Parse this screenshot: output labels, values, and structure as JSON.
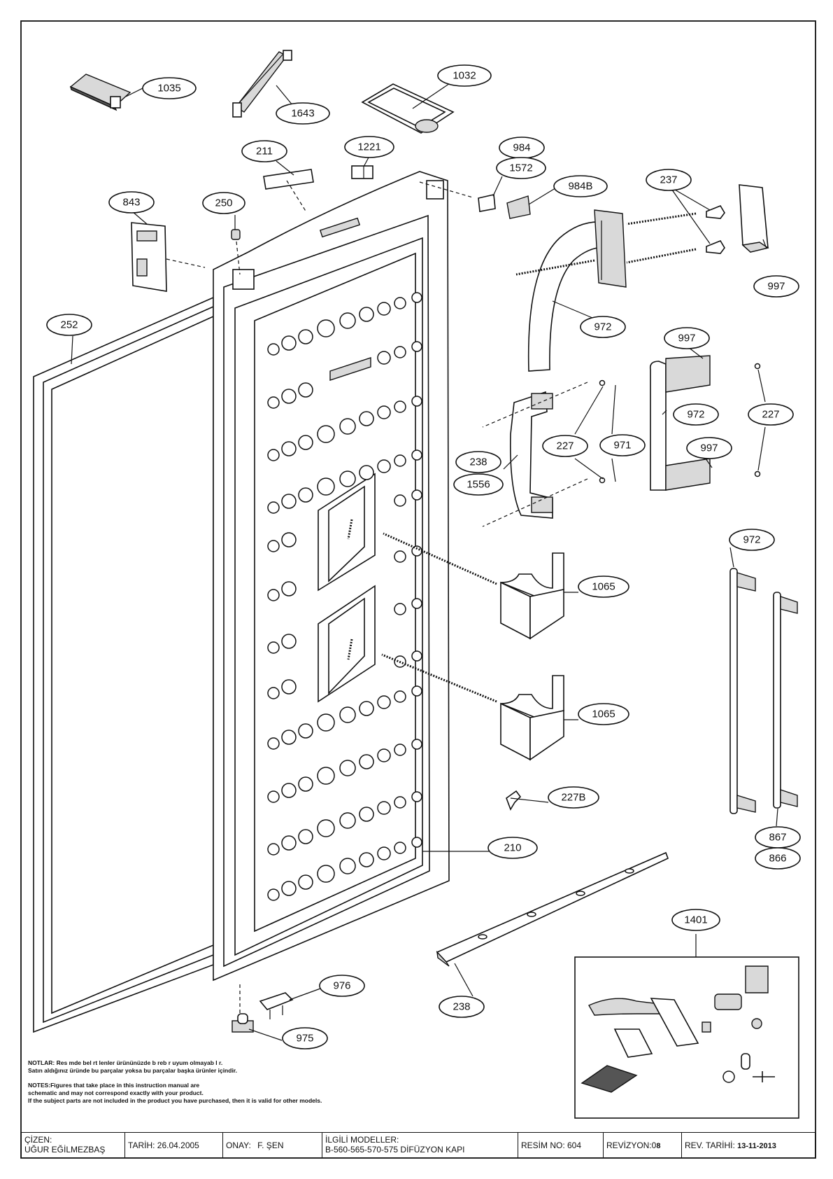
{
  "callouts": {
    "c1035": "1035",
    "c1643": "1643",
    "c1032": "1032",
    "c211": "211",
    "c1221": "1221",
    "c984": "984",
    "c1572": "1572",
    "c984B": "984B",
    "c237": "237",
    "c843": "843",
    "c250": "250",
    "c997a": "997",
    "c252": "252",
    "c972a": "972",
    "c997b": "997",
    "c972b": "972",
    "c227a": "227",
    "c227b": "227",
    "c971": "971",
    "c997c": "997",
    "c238a": "238",
    "c1556": "1556",
    "c972c": "972",
    "c1065a": "1065",
    "c1065b": "1065",
    "c227B": "227B",
    "c210": "210",
    "c867": "867",
    "c866": "866",
    "c1401": "1401",
    "c976": "976",
    "c238b": "238",
    "c975": "975"
  },
  "notes": {
    "tr_line1": "NOTLAR: Res mde bel rt lenler ürününüzde b reb r uyum olmayab l r.",
    "tr_line2": "Satın aldığınız üründe bu parçalar yoksa bu parçalar başka ürünler içindir.",
    "en_line1": "NOTES:Figures that take place in this instruction manual are",
    "en_line2": "schematic  and may not correspond exactly with your product.",
    "en_line3": "If the subject parts are not included in the product you have purchased, then it is valid for other models."
  },
  "title_block": {
    "cizen_label": "ÇİZEN:",
    "cizen_value": "UĞUR EĞİLMEZBAŞ",
    "tarih": "TARİH: 26.04.2005",
    "onay_label": "ONAY:",
    "onay_value": "F. ŞEN",
    "models_label": "İLGİLİ MODELLER:",
    "models_value": "B-560-565-570-575  DİFÜZYON KAPI",
    "resim_no": "RESİM NO: 604",
    "revizyon_label": "REVİZYON:0",
    "revizyon_value": "8",
    "rev_tarihi_label": "REV. TARİHİ:",
    "rev_tarihi_value": "13-11-2013"
  }
}
